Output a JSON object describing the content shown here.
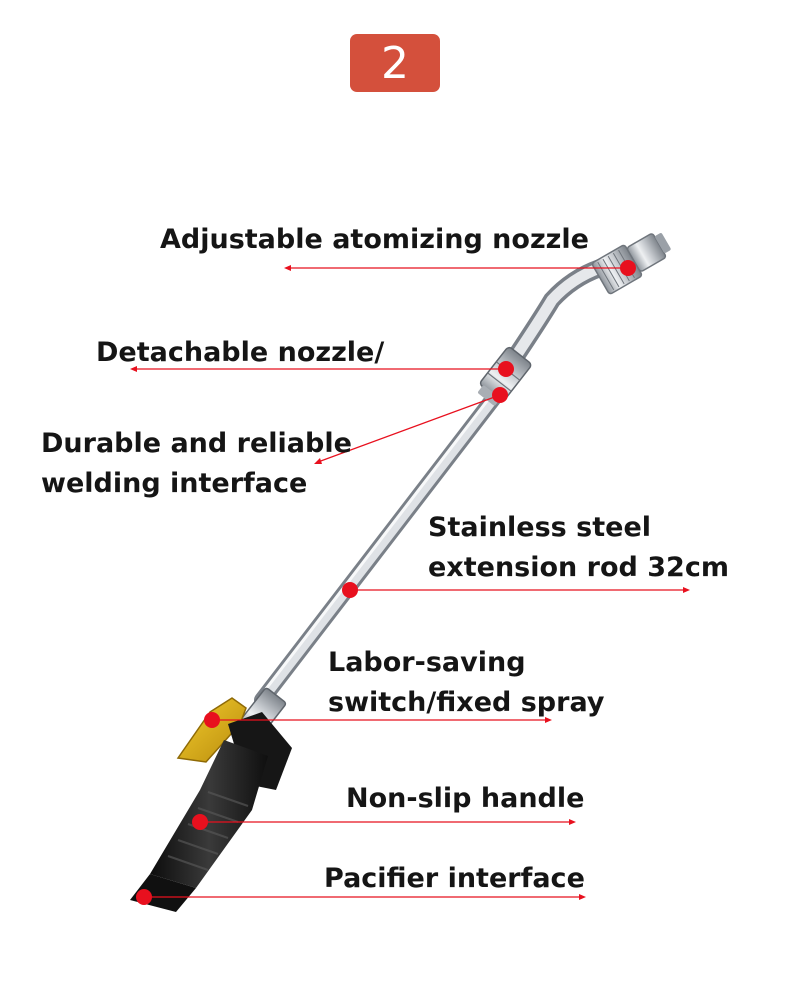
{
  "step_badge": {
    "number": "2",
    "color": "#d4503c"
  },
  "callouts": [
    {
      "id": "nozzle",
      "lines": [
        "Adjustable atomizing nozzle"
      ]
    },
    {
      "id": "detachable",
      "lines": [
        "Detachable nozzle/"
      ]
    },
    {
      "id": "welding",
      "lines": [
        "Durable and reliable",
        "welding interface"
      ]
    },
    {
      "id": "rod",
      "lines": [
        "Stainless steel",
        "extension rod 32cm"
      ]
    },
    {
      "id": "switch",
      "lines": [
        "Labor-saving",
        "switch/fixed spray"
      ]
    },
    {
      "id": "handle",
      "lines": [
        "Non-slip handle"
      ]
    },
    {
      "id": "pacifier",
      "lines": [
        "Pacifier interface"
      ]
    }
  ],
  "colors": {
    "marker": "#e8101e",
    "leader_line": "#e8101e",
    "label_text": "#151515",
    "steel": "#c9cdd2",
    "handle": "#1c1c1c",
    "trigger": "#e0b21a"
  }
}
